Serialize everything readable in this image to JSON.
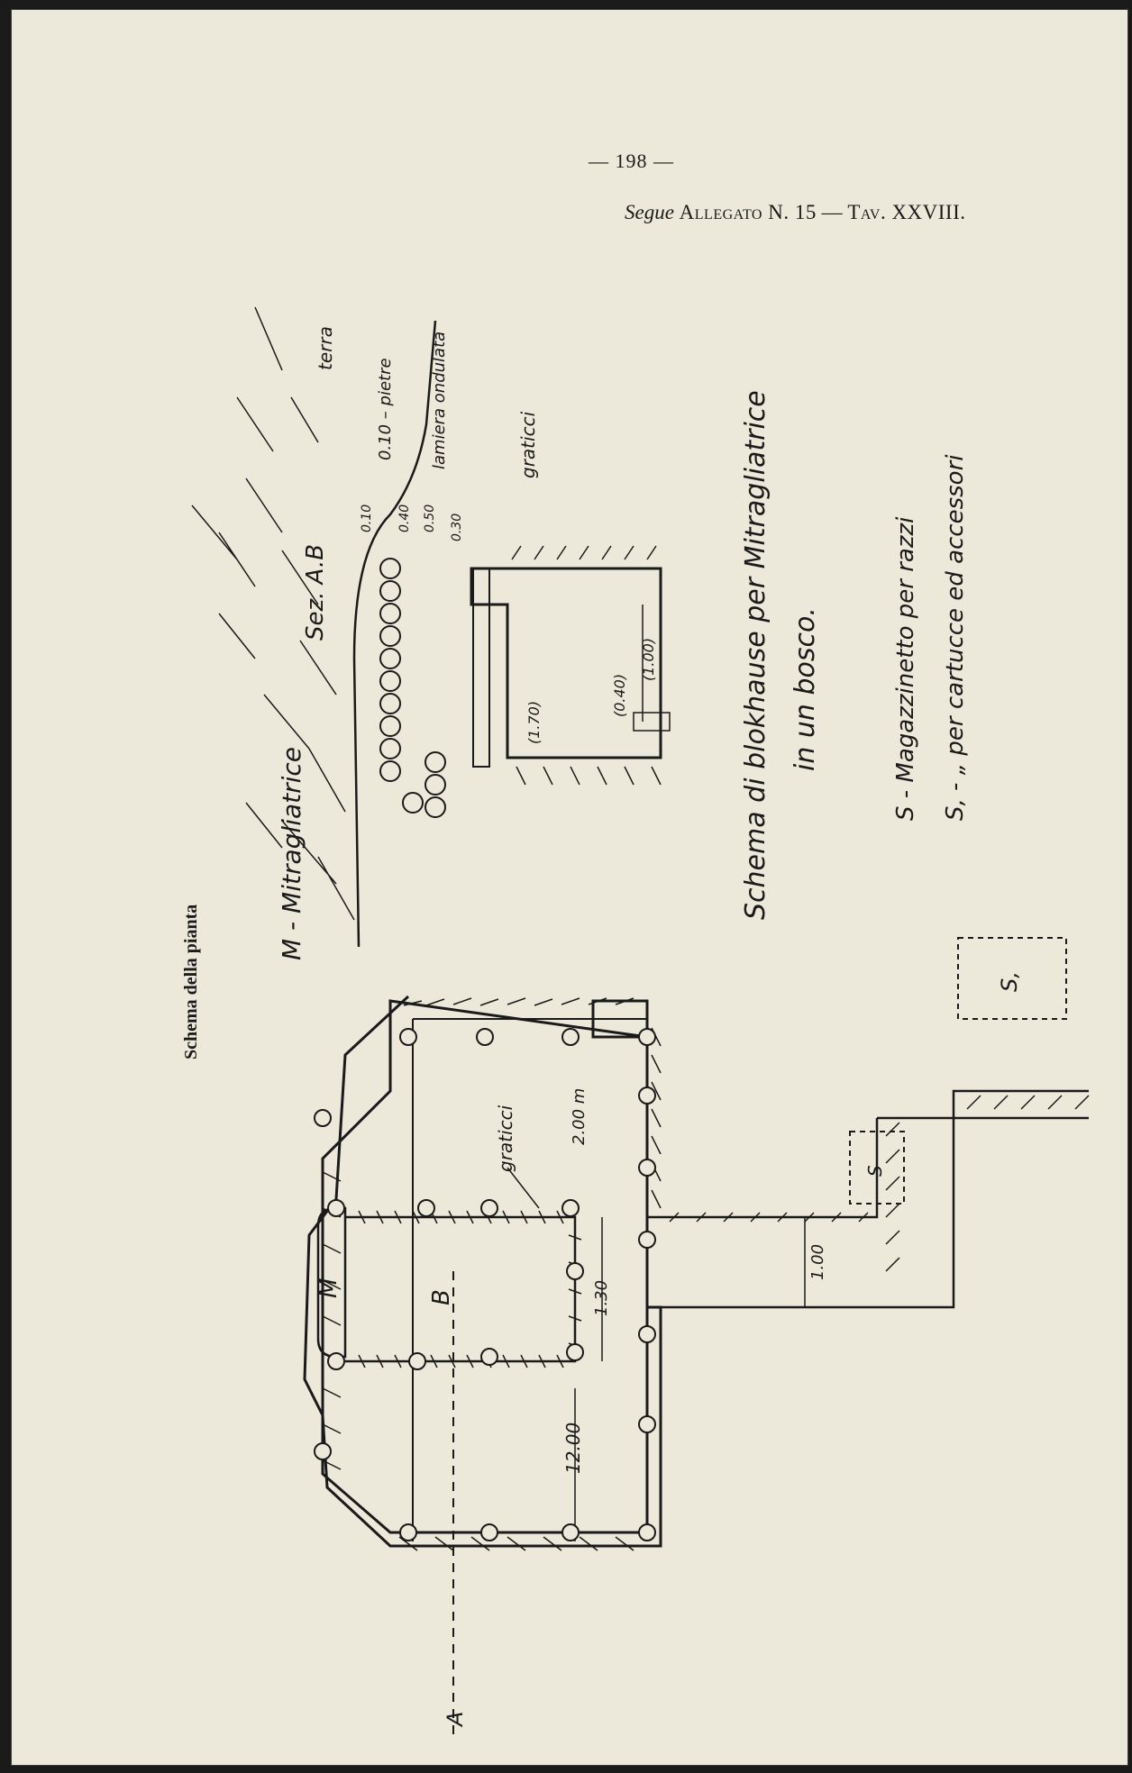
{
  "page_number": "— 198 —",
  "header": {
    "segue": "Segue",
    "allegato": "Allegato N. 15",
    "dash": "—",
    "tav": "Tav. XXVIII."
  },
  "plan": {
    "title": "Schema della pianta",
    "label_M": "M",
    "label_B": "B",
    "label_A": "A",
    "graticci": "graticci",
    "dim_2": "2.00 m",
    "dim_12": "12.00",
    "dim_130": "1.30",
    "dim_100": "1.00",
    "label_S": "S",
    "label_S1": "S,"
  },
  "section": {
    "title": "Sez. A.B",
    "terra": "terra",
    "pietre": "0.10 – pietre",
    "lamiera": "lamiera ondulata",
    "graticci": "graticci",
    "d010": "0.10",
    "d040": "0.40",
    "d050": "0.50",
    "d030": "0.30",
    "h170": "(1.70)",
    "h040": "(0.40)",
    "h100": "(1.00)"
  },
  "legend": {
    "m_line": "M - Mitragliatrice",
    "schema_line1": "Schema di blokhause per Mitragliatrice",
    "schema_line2": "in un bosco.",
    "s_line": "S - Magazzinetto per razzi",
    "s1_line": "S, -    „       per cartucce ed accessori"
  }
}
